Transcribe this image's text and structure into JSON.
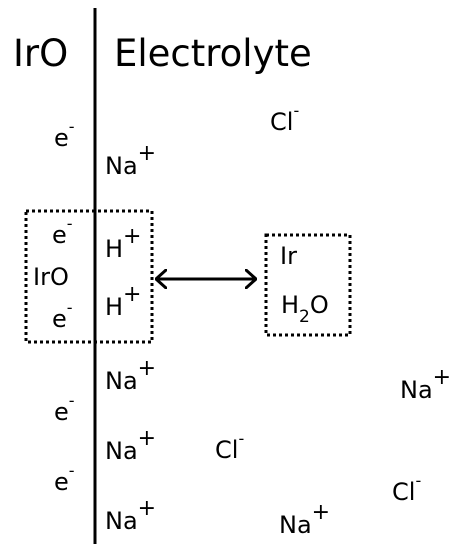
{
  "headings": {
    "left": "IrO",
    "right": "Electrolyte"
  },
  "ions": {
    "electron": {
      "base": "e",
      "charge": "-"
    },
    "sodium": {
      "base": "Na",
      "charge": "+"
    },
    "chloride": {
      "base": "Cl",
      "charge": "-"
    },
    "proton": {
      "base": "H",
      "charge": "+"
    }
  },
  "boxes": {
    "left_label": "IrO",
    "right_top": "Ir",
    "right_water_h": "H",
    "right_water_sub": "2",
    "right_water_o": "O"
  },
  "colors": {
    "ink": "#000000",
    "background": "#ffffff"
  }
}
